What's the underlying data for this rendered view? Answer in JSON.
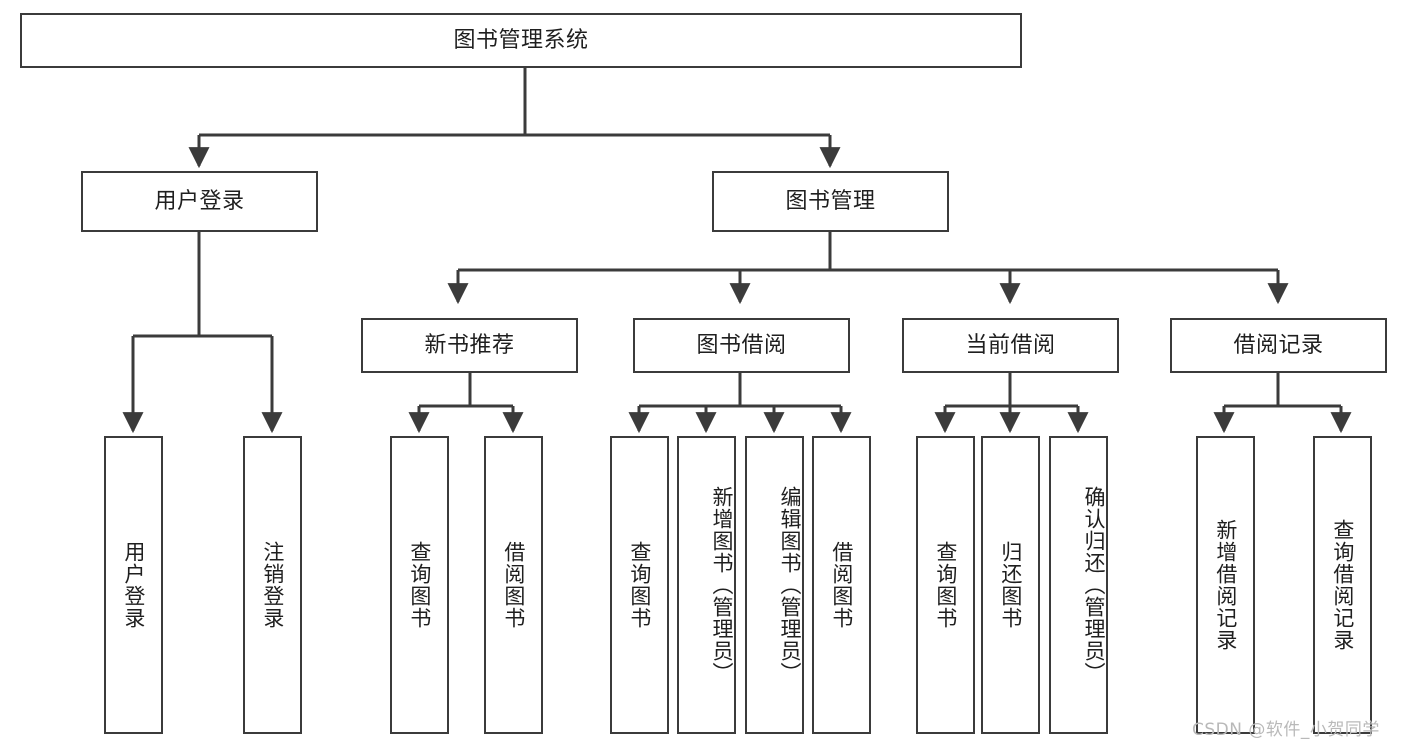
{
  "diagram": {
    "title_node": {
      "label": "图书管理系统"
    },
    "level1": [
      {
        "id": "user-login",
        "label": "用户登录"
      },
      {
        "id": "book-manage",
        "label": "图书管理"
      }
    ],
    "level2": [
      {
        "id": "new-book-recommend",
        "label": "新书推荐"
      },
      {
        "id": "book-borrow",
        "label": "图书借阅"
      },
      {
        "id": "current-borrow",
        "label": "当前借阅"
      },
      {
        "id": "borrow-record",
        "label": "借阅记录"
      }
    ],
    "leaves": {
      "user_login": [
        {
          "id": "leaf-user-login",
          "label": "用户登录"
        },
        {
          "id": "leaf-logout-login",
          "label": "注销登录"
        }
      ],
      "new_book_recommend": [
        {
          "id": "leaf-query-book-1",
          "label": "查询图书"
        },
        {
          "id": "leaf-borrow-book-1",
          "label": "借阅图书"
        }
      ],
      "book_borrow": [
        {
          "id": "leaf-query-book-2",
          "label": "查询图书"
        },
        {
          "id": "leaf-add-book-admin",
          "label": "新增图书（管理员）"
        },
        {
          "id": "leaf-edit-book-admin",
          "label": "编辑图书（管理员）"
        },
        {
          "id": "leaf-borrow-book-2",
          "label": "借阅图书"
        }
      ],
      "current_borrow": [
        {
          "id": "leaf-query-book-3",
          "label": "查询图书"
        },
        {
          "id": "leaf-return-book",
          "label": "归还图书"
        },
        {
          "id": "leaf-confirm-return-admin",
          "label": "确认归还（管理员）"
        }
      ],
      "borrow_record": [
        {
          "id": "leaf-add-borrow-record",
          "label": "新增借阅记录"
        },
        {
          "id": "leaf-query-borrow-record",
          "label": "查询借阅记录"
        }
      ]
    },
    "watermark": {
      "text": "CSDN @软件_小贺同学"
    },
    "colors": {
      "stroke": "#3b3b3b",
      "fill": "#ffffff",
      "text": "#1f1f1f",
      "watermark": "#b9b9b9"
    }
  }
}
